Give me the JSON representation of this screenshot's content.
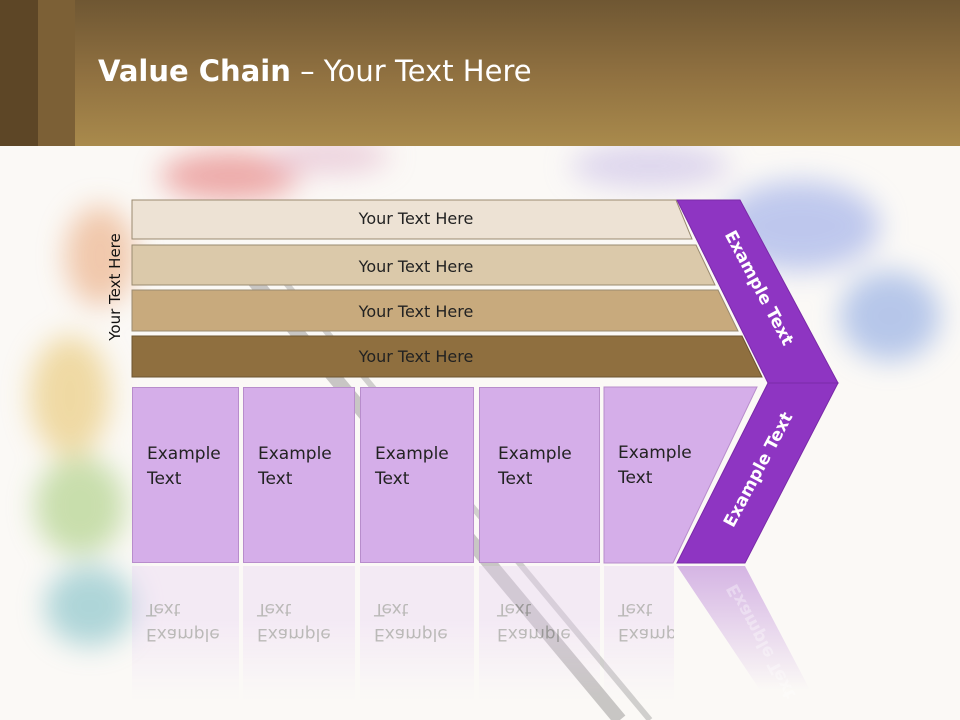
{
  "slide": {
    "title_bold": "Value Chain",
    "title_rest": " – Your Text Here",
    "vertical_label": "Your Text Here"
  },
  "rows": [
    {
      "label": "Your Text Here",
      "color": "#ede2d4"
    },
    {
      "label": "Your Text Here",
      "color": "#dbc9aa"
    },
    {
      "label": "Your Text Here",
      "color": "#c8aa7d"
    },
    {
      "label": "Your Text Here",
      "color": "#8f6f3f"
    }
  ],
  "boxes": [
    {
      "line1": "Example",
      "line2": "Text"
    },
    {
      "line1": "Example",
      "line2": "Text"
    },
    {
      "line1": "Example",
      "line2": "Text"
    },
    {
      "line1": "Example",
      "line2": "Text"
    },
    {
      "line1": "Example",
      "line2": "Text"
    }
  ],
  "chevron": {
    "upper_label": "Example Text",
    "lower_label": "Example Text",
    "color": "#8e35c2"
  }
}
